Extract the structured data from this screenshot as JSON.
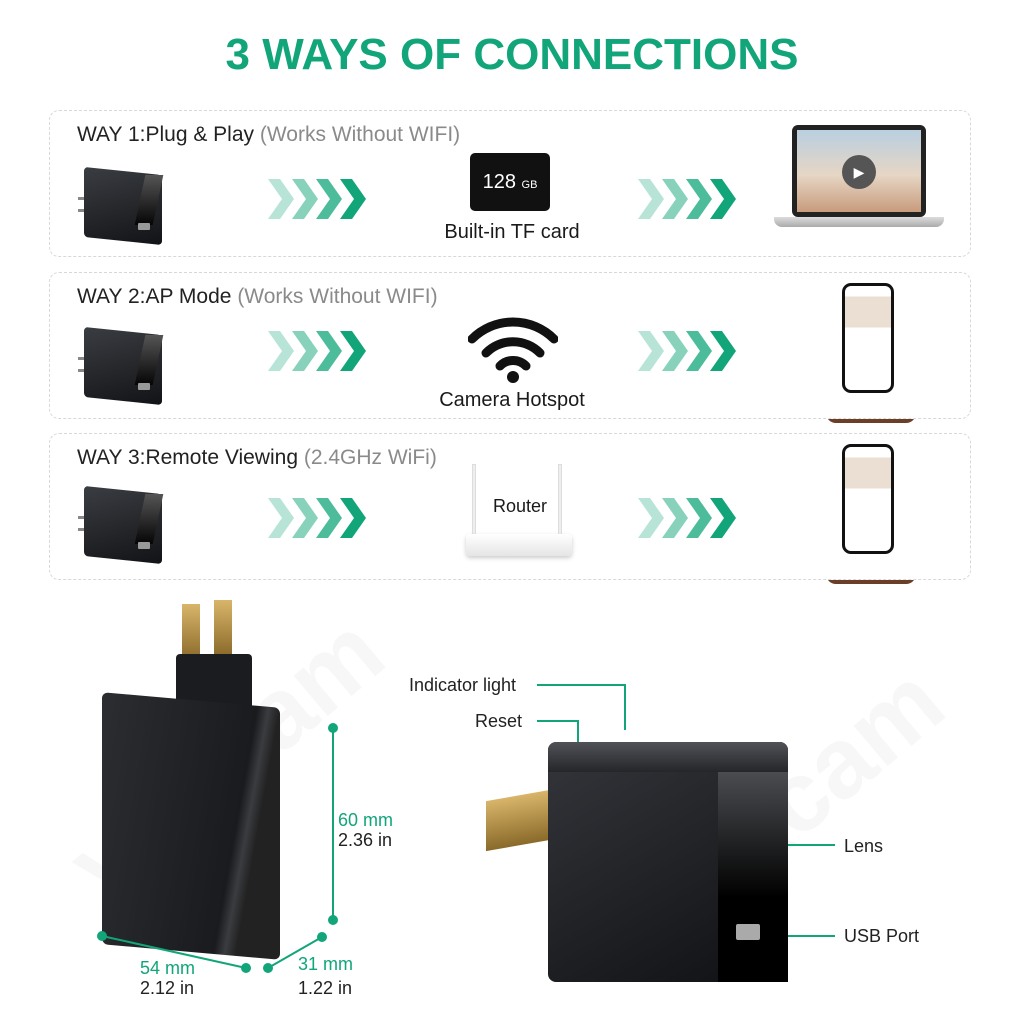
{
  "title": "3 WAYS OF CONNECTIONS",
  "watermark": "voxcam",
  "accent": "#12a57a",
  "ways": [
    {
      "head": "WAY 1:Plug & Play",
      "sub": "(Works Without WIFI)",
      "middle_label": "Built-in TF card",
      "sd_capacity": "128",
      "sd_unit": "GB",
      "end_device": "laptop"
    },
    {
      "head": "WAY 2:AP Mode",
      "sub": "(Works Without WIFI)",
      "middle_label": "Camera Hotspot",
      "end_device": "phone"
    },
    {
      "head": "WAY 3:Remote Viewing",
      "sub": "(2.4GHz WiFi)",
      "middle_label": "Router",
      "end_device": "phone"
    }
  ],
  "dimensions": {
    "height_mm": "60 mm",
    "height_in": "2.36 in",
    "width_mm": "54 mm",
    "width_in": "2.12 in",
    "depth_mm": "31 mm",
    "depth_in": "1.22 in"
  },
  "callouts": {
    "indicator": "Indicator light",
    "reset": "Reset",
    "lens": "Lens",
    "usb": "USB Port"
  }
}
